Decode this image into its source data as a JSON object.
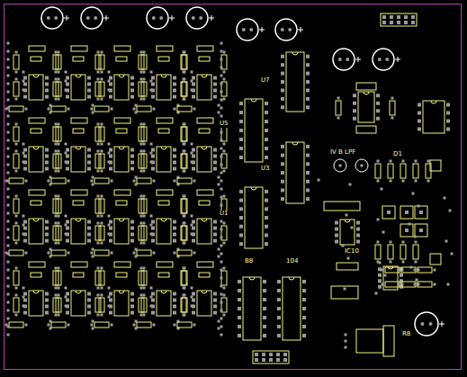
{
  "diagram": {
    "labels": [
      "IV B LPF",
      "B8",
      "104",
      "U5",
      "U3",
      "U1",
      "U7",
      "IC10",
      "R8",
      "D1"
    ]
  }
}
